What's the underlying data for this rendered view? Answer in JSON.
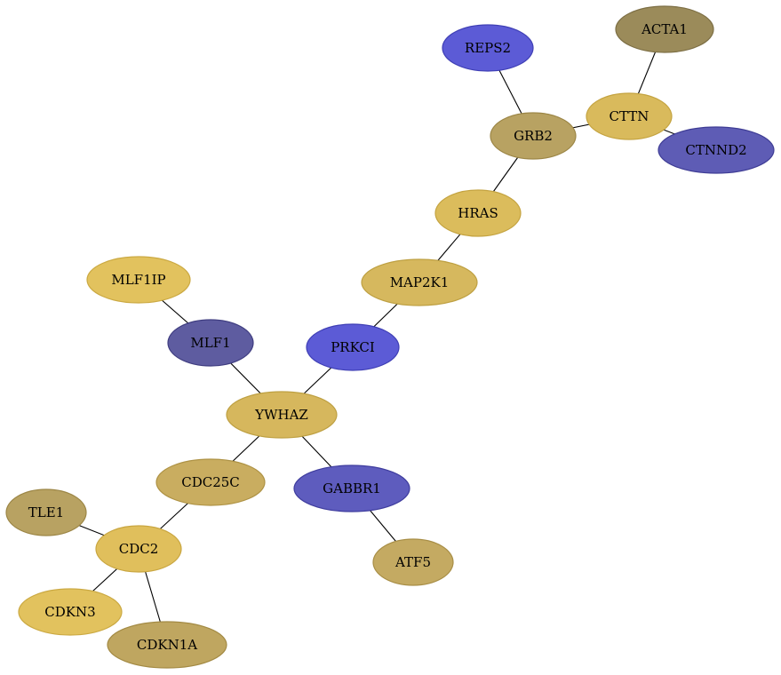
{
  "nodes": [
    {
      "id": "ACTA1",
      "label": "ACTA1",
      "fill": "#9b8b5a",
      "stroke": "#7d6f45"
    },
    {
      "id": "REPS2",
      "label": "REPS2",
      "fill": "#5c5bd6",
      "stroke": "#3f3fb5"
    },
    {
      "id": "CTTN",
      "label": "CTTN",
      "fill": "#d9ba5c",
      "stroke": "#c4a340"
    },
    {
      "id": "GRB2",
      "label": "GRB2",
      "fill": "#b8a262",
      "stroke": "#9c8646"
    },
    {
      "id": "CTNND2",
      "label": "CTNND2",
      "fill": "#5e5cb5",
      "stroke": "#3f3d95"
    },
    {
      "id": "HRAS",
      "label": "HRAS",
      "fill": "#dbbc5c",
      "stroke": "#c4a340"
    },
    {
      "id": "MLF1IP",
      "label": "MLF1IP",
      "fill": "#e2c25e",
      "stroke": "#cba942"
    },
    {
      "id": "MAP2K1",
      "label": "MAP2K1",
      "fill": "#d6b85e",
      "stroke": "#bea042"
    },
    {
      "id": "MLF1",
      "label": "MLF1",
      "fill": "#5e5ca0",
      "stroke": "#3f3d80"
    },
    {
      "id": "PRKCI",
      "label": "PRKCI",
      "fill": "#5c5bd6",
      "stroke": "#3f3fb5"
    },
    {
      "id": "YWHAZ",
      "label": "YWHAZ",
      "fill": "#d6b75d",
      "stroke": "#bea042"
    },
    {
      "id": "CDC25C",
      "label": "CDC25C",
      "fill": "#c9ad60",
      "stroke": "#ae9244"
    },
    {
      "id": "GABBR1",
      "label": "GABBR1",
      "fill": "#5e5cbe",
      "stroke": "#3f3d9e"
    },
    {
      "id": "TLE1",
      "label": "TLE1",
      "fill": "#b8a262",
      "stroke": "#9c8646"
    },
    {
      "id": "CDC2",
      "label": "CDC2",
      "fill": "#e0bf5c",
      "stroke": "#c9a640"
    },
    {
      "id": "ATF5",
      "label": "ATF5",
      "fill": "#c4aa62",
      "stroke": "#a88e46"
    },
    {
      "id": "CDKN3",
      "label": "CDKN3",
      "fill": "#e2c25e",
      "stroke": "#cba942"
    },
    {
      "id": "CDKN1A",
      "label": "CDKN1A",
      "fill": "#bfa660",
      "stroke": "#a38a44"
    }
  ],
  "edges": [
    [
      "ACTA1",
      "CTTN"
    ],
    [
      "REPS2",
      "GRB2"
    ],
    [
      "GRB2",
      "CTTN"
    ],
    [
      "CTTN",
      "CTNND2"
    ],
    [
      "GRB2",
      "HRAS"
    ],
    [
      "HRAS",
      "MAP2K1"
    ],
    [
      "MAP2K1",
      "PRKCI"
    ],
    [
      "MLF1IP",
      "MLF1"
    ],
    [
      "MLF1",
      "YWHAZ"
    ],
    [
      "PRKCI",
      "YWHAZ"
    ],
    [
      "YWHAZ",
      "CDC25C"
    ],
    [
      "YWHAZ",
      "GABBR1"
    ],
    [
      "CDC25C",
      "CDC2"
    ],
    [
      "GABBR1",
      "ATF5"
    ],
    [
      "TLE1",
      "CDC2"
    ],
    [
      "CDC2",
      "CDKN3"
    ],
    [
      "CDC2",
      "CDKN1A"
    ]
  ]
}
